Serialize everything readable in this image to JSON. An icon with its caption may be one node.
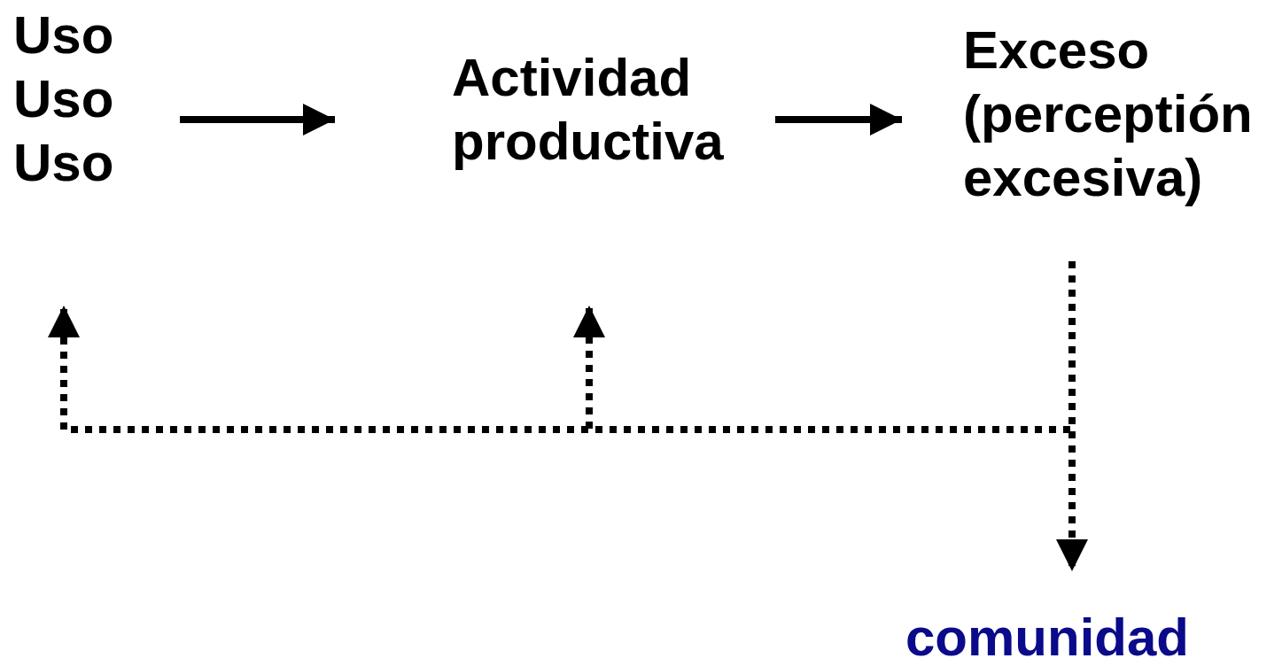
{
  "diagram": {
    "nodes": [
      {
        "text": [
          "Uso Uso Uso"
        ]
      },
      {
        "text": [
          "Actividad productiva"
        ]
      },
      {
        "text": [
          "Exceso (perceptión excesiva)"
        ]
      },
      {
        "text": [
          "comunidad"
        ]
      }
    ],
    "edges": [
      {
        "from": 0,
        "to": 1,
        "arrow": "to"
      },
      {
        "from": 1,
        "to": 2,
        "arrow": "to"
      },
      {
        "from": 2,
        "to": 0,
        "arrow": "to",
        "style": "dashed"
      },
      {
        "from": 2,
        "to": 1,
        "arrow": "to",
        "style": "dashed"
      },
      {
        "from": 2,
        "to": 3,
        "arrow": "to",
        "style": "dashed",
        "color": "#000000"
      }
    ]
  }
}
